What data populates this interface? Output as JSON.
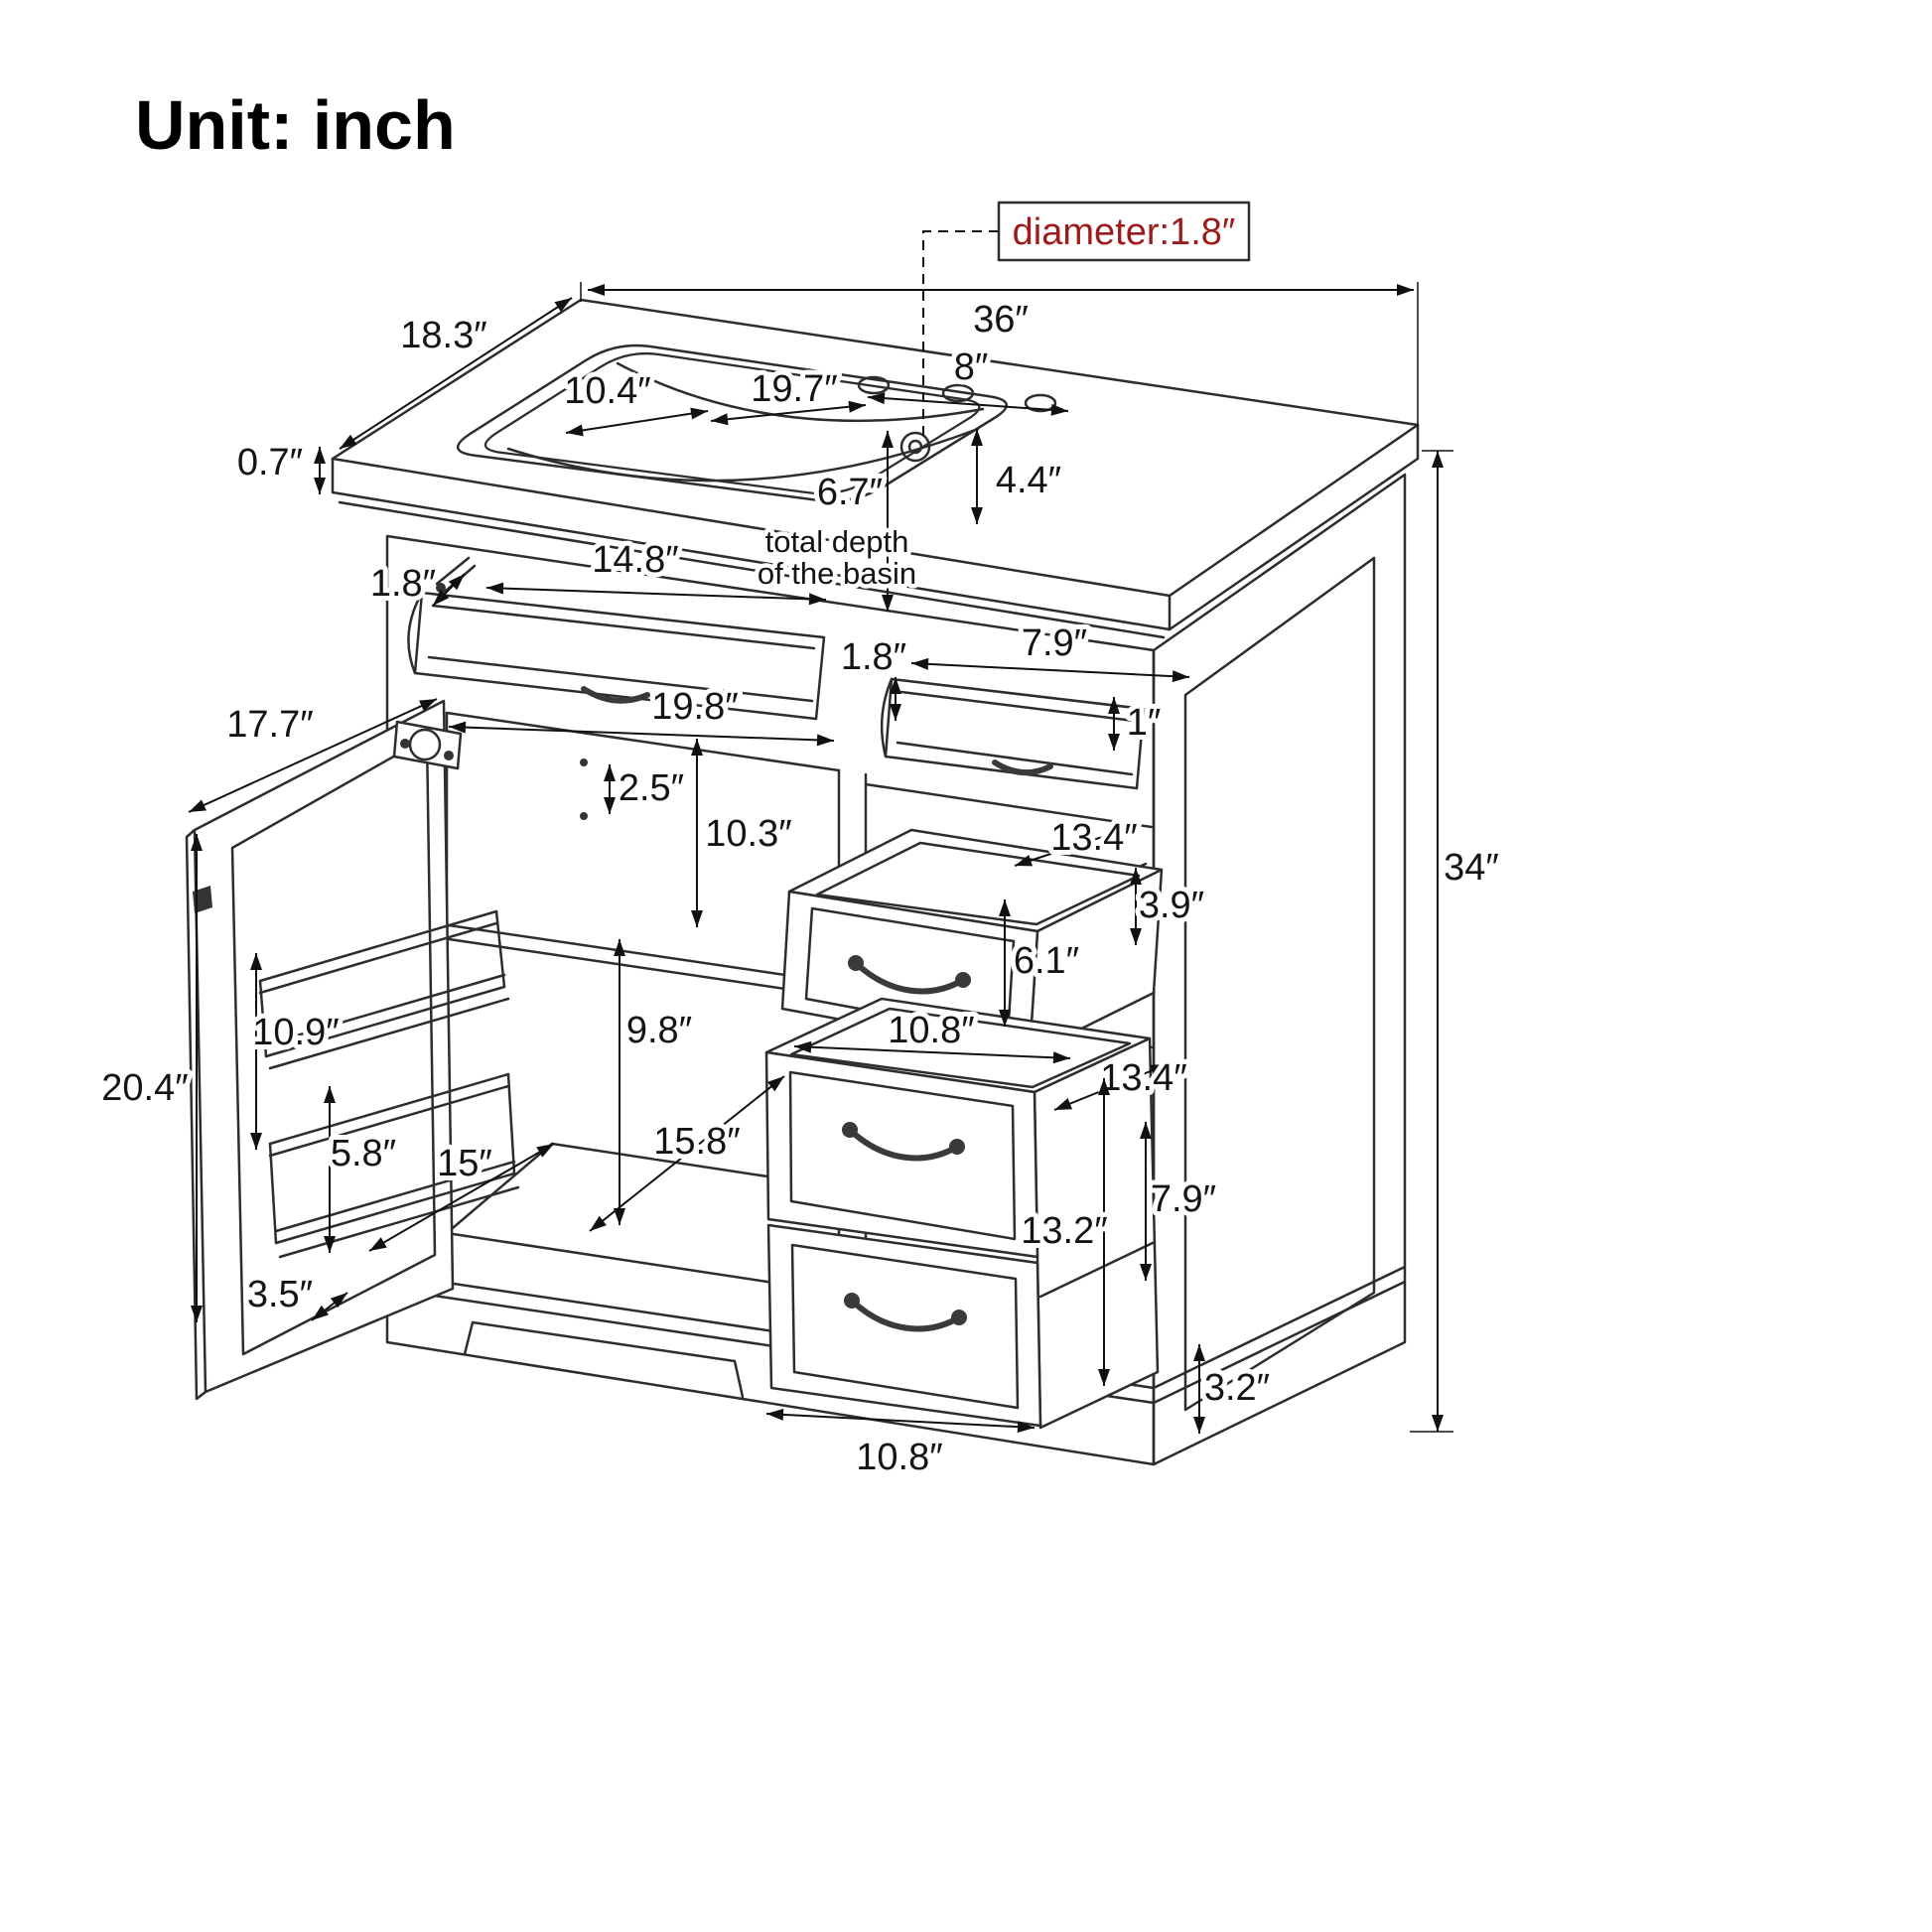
{
  "title": "Unit: inch",
  "callout": {
    "text": "diameter:1.8″"
  },
  "basin_note": {
    "line1": "total depth",
    "line2": "of the basin"
  },
  "labels": {
    "d36": "36″",
    "d18_3": "18.3″",
    "d8": "8″",
    "d10_4": "10.4″",
    "d19_7": "19.7″",
    "d0_7": "0.7″",
    "d4_4": "4.4″",
    "d6_7": "6.7″",
    "d1_8_left": "1.8″",
    "d14_8": "14.8″",
    "d1_8_mid": "1.8″",
    "d7_9_tray": "7.9″",
    "d17_7": "17.7″",
    "d19_8": "19.8″",
    "d1": "1″",
    "d2_5": "2.5″",
    "d10_3": "10.3″",
    "d13_4_upper": "13.4″",
    "d3_9": "3.9″",
    "d6_1": "6.1″",
    "d10_9": "10.9″",
    "d10_8_upper": "10.8″",
    "d20_4": "20.4″",
    "d9_8": "9.8″",
    "d5_8": "5.8″",
    "d15": "15″",
    "d15_8": "15.8″",
    "d13_4_lower": "13.4″",
    "d7_9_drawer": "7.9″",
    "d13_2": "13.2″",
    "d3_5": "3.5″",
    "d10_8_lower": "10.8″",
    "d3_2": "3.2″",
    "d34": "34″"
  }
}
